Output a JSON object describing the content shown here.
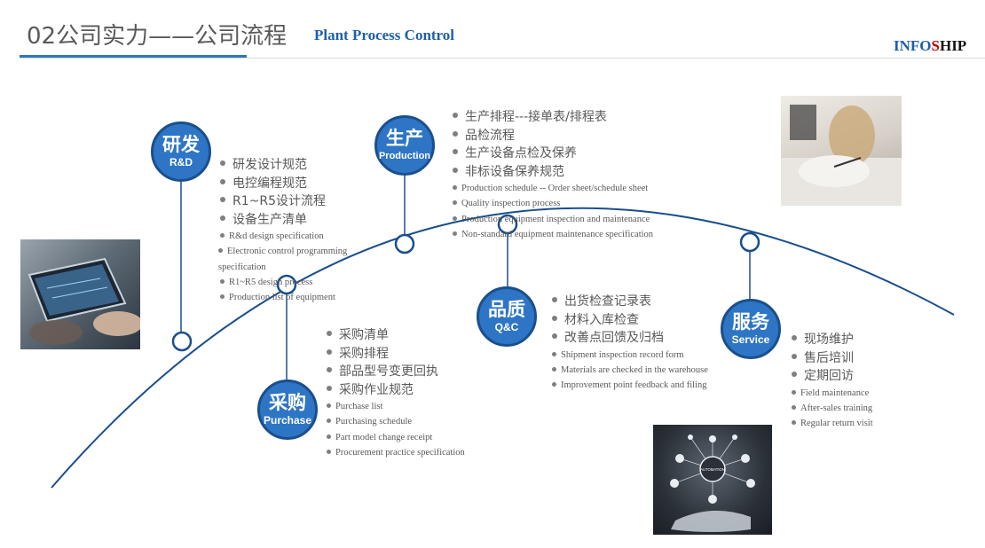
{
  "header": {
    "title_zh": "02公司实力——公司流程",
    "title_en": "Plant Process Control",
    "brand_part1": "INFO",
    "brand_part2": "S",
    "brand_part3": "HIP"
  },
  "colors": {
    "accent": "#2e75c5",
    "circle_border": "#1a4f8c",
    "curve": "#1a4f8c",
    "brand_red": "#c00000"
  },
  "stages": [
    {
      "zh": "研发",
      "en": "R&D",
      "items_zh": [
        "研发设计规范",
        "电控编程规范",
        "R1~R5设计流程",
        "设备生产清单"
      ],
      "items_en": [
        "R&d design specification",
        "Electronic control programming specification",
        "R1~R5 design process",
        "Production list of equipment"
      ]
    },
    {
      "zh": "采购",
      "en": "Purchase",
      "items_zh": [
        "采购清单",
        "采购排程",
        "部品型号变更回执",
        "采购作业规范"
      ],
      "items_en": [
        "Purchase list",
        "Purchasing schedule",
        "Part model change receipt",
        "Procurement practice specification"
      ]
    },
    {
      "zh": "生产",
      "en": "Production",
      "items_zh": [
        "生产排程---接单表/排程表",
        "品检流程",
        "生产设备点检及保养",
        "非标设备保养规范"
      ],
      "items_en": [
        "Production schedule -- Order sheet/schedule sheet",
        "Quality inspection process",
        "Production equipment inspection and maintenance",
        "Non-standard equipment maintenance specification"
      ]
    },
    {
      "zh": "品质",
      "en": "Q&C",
      "items_zh": [
        "出货检查记录表",
        "材料入库检查",
        "改善点回馈及归档"
      ],
      "items_en": [
        "Shipment inspection record form",
        "Materials are checked in the warehouse",
        "Improvement point feedback and filing"
      ]
    },
    {
      "zh": "服务",
      "en": "Service",
      "items_zh": [
        "现场维护",
        "售后培训",
        "定期回访"
      ],
      "items_en": [
        "Field maintenance",
        "After-sales training",
        "Regular return visit"
      ]
    }
  ],
  "photos": [
    {
      "icon": "tablet-hands-photo"
    },
    {
      "icon": "woman-writing-photo"
    },
    {
      "icon": "automation-network-photo",
      "label": "AUTOMATION"
    }
  ]
}
